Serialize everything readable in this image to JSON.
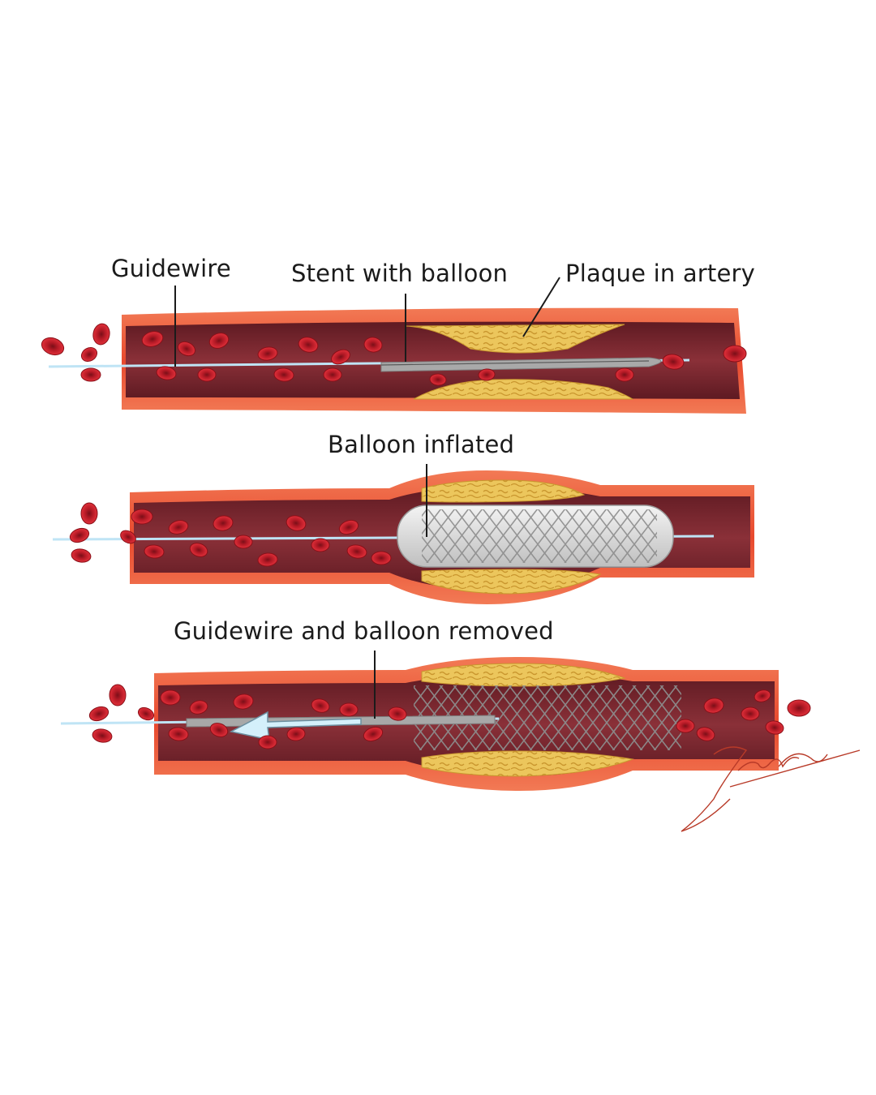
{
  "labels": {
    "guidewire": "Guidewire",
    "stent_with_balloon": "Stent with balloon",
    "plaque_in_artery": "Plaque in artery",
    "balloon_inflated": "Balloon inflated",
    "guidewire_and_balloon_removed": "Guidewire and balloon removed"
  },
  "colors": {
    "artery_wall": "#ee5a3a",
    "lumen": "#7e2a32",
    "plaque": "#e9c35a",
    "blood_cell": "#c8202c",
    "guidewire": "#b9e3f5",
    "stent": "#b8b8b8",
    "arrow": "#cfeefb"
  }
}
